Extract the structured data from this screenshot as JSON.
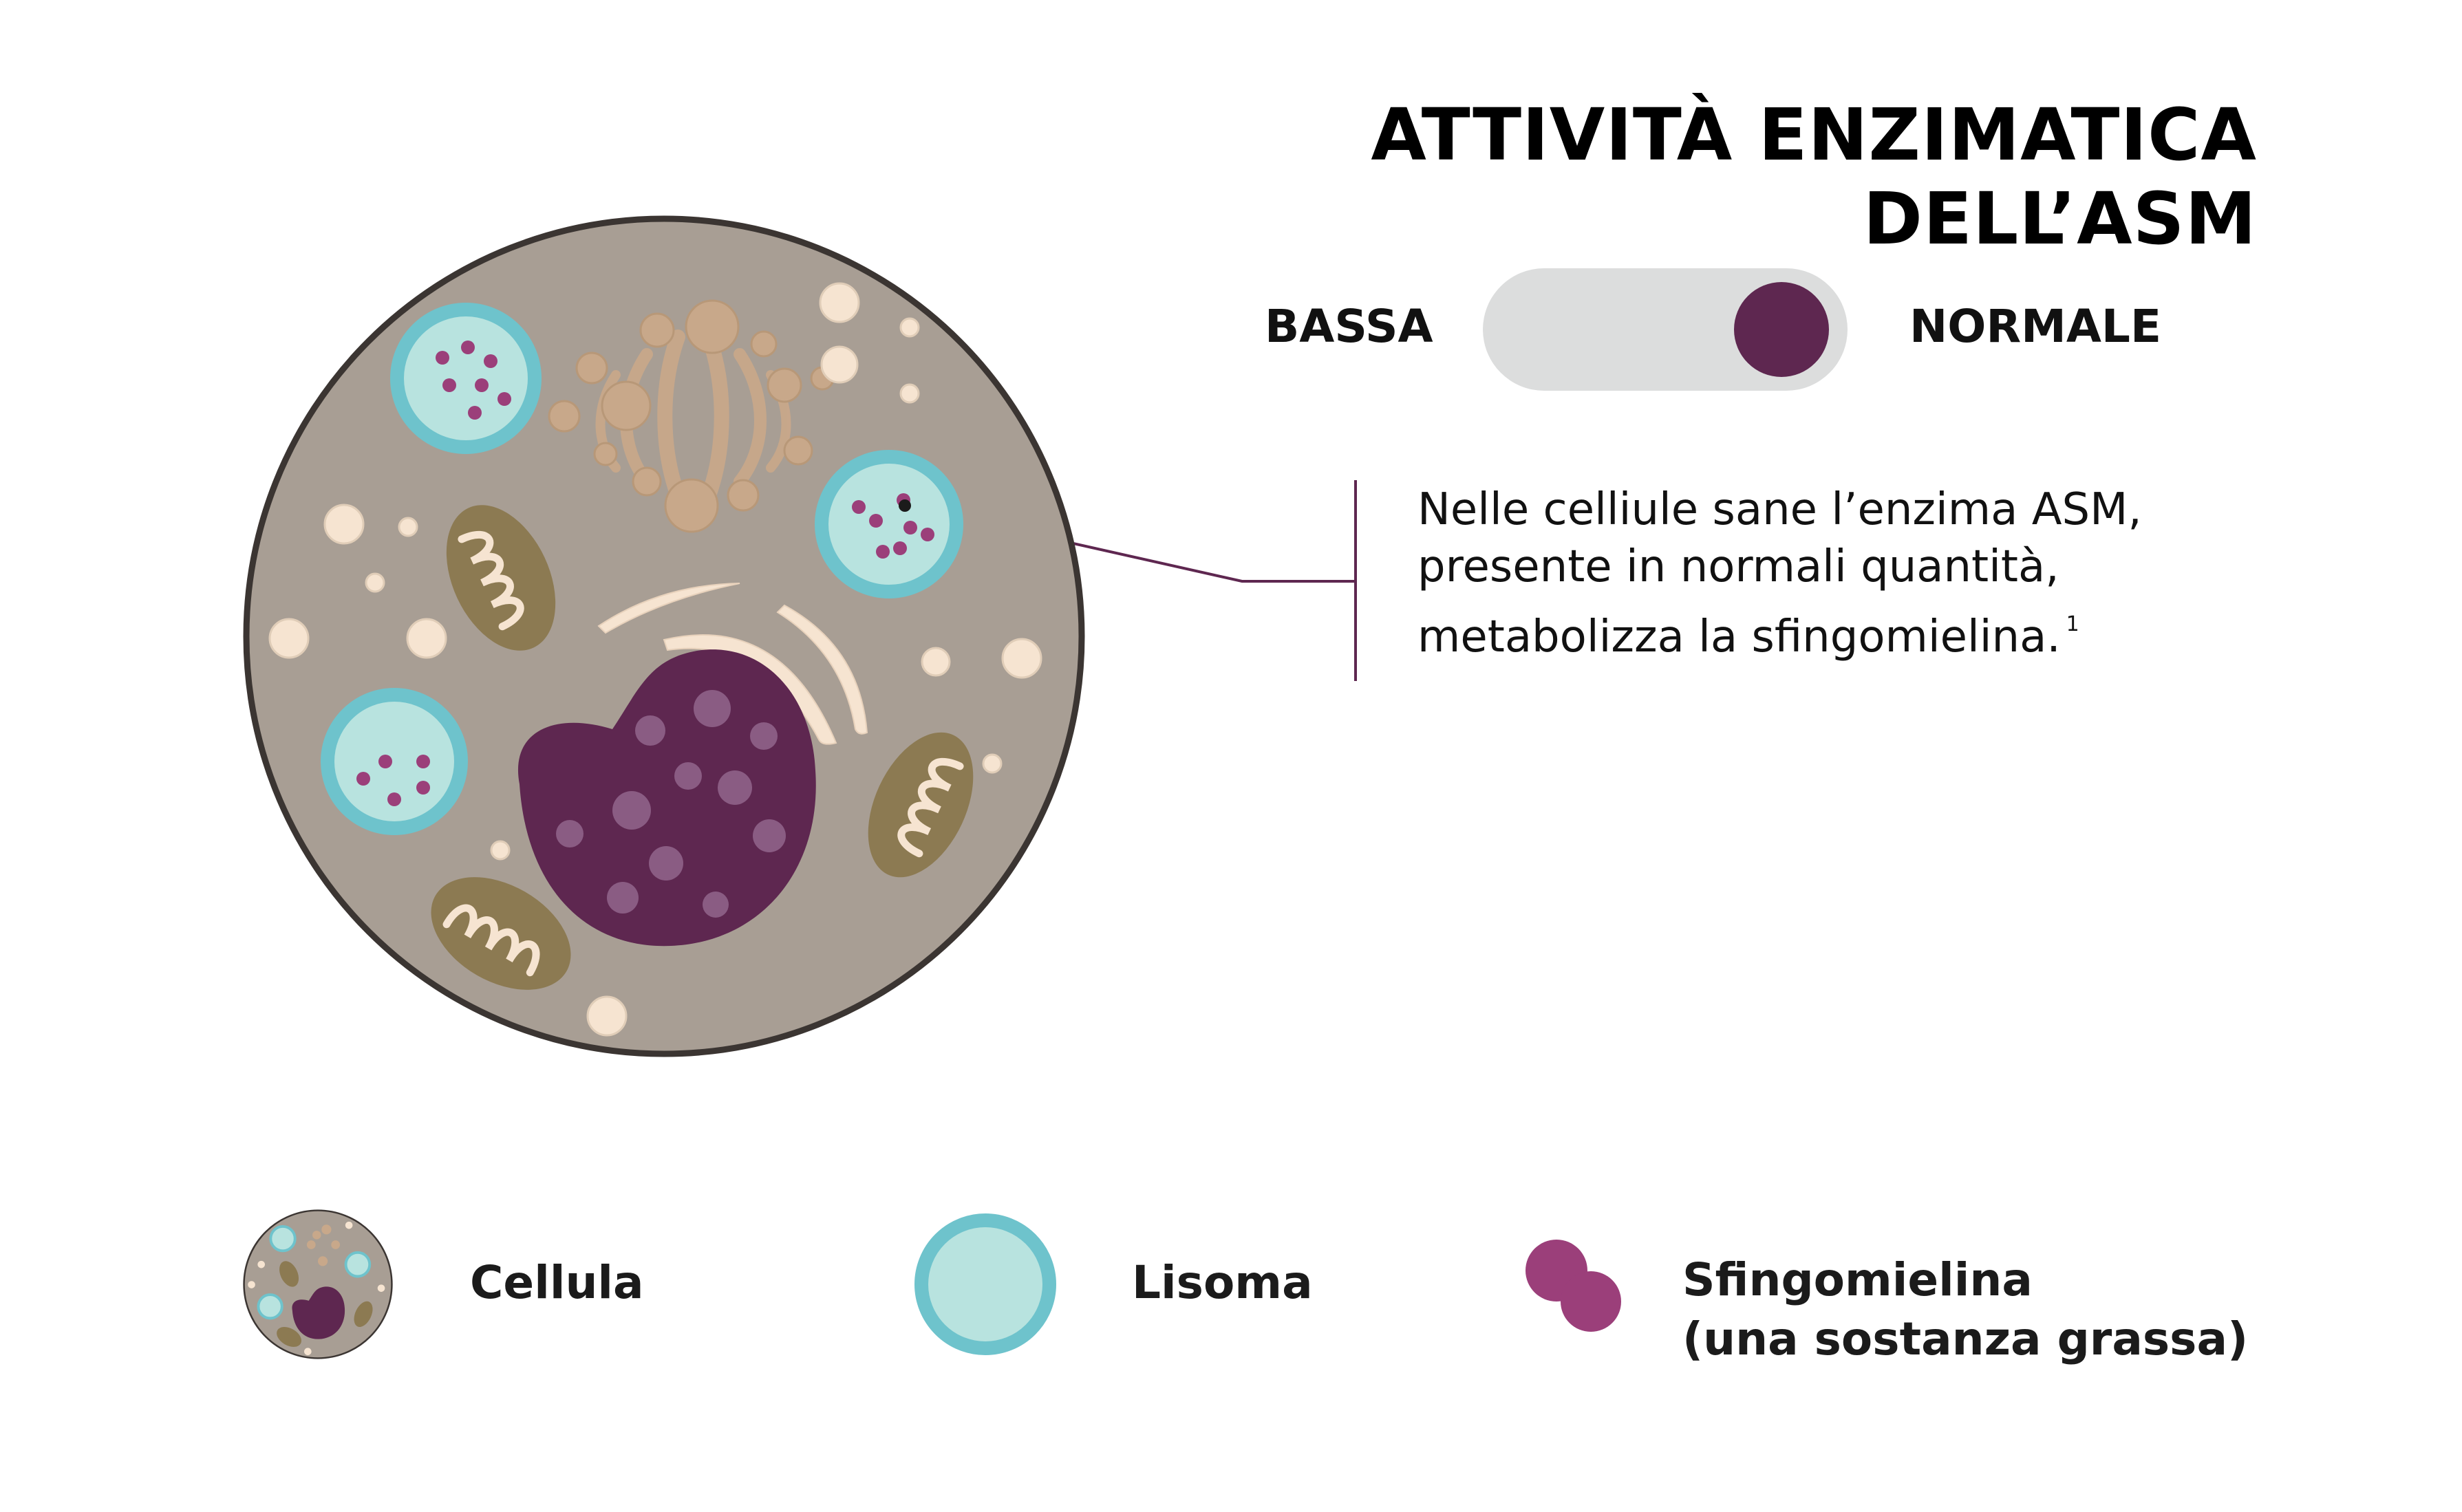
{
  "title": "ATTIVITÀ ENZIMATICA DELL’ASM",
  "toggle": {
    "left_label": "BASSA",
    "right_label": "NORMALE",
    "state": "NORMALE",
    "track_color": "#dcdddd",
    "knob_color": "#5e2750"
  },
  "callout": {
    "lines": [
      "Nelle celliule sane l’enzima ASM,",
      "presente in normali quantità,",
      "metabolizza la sfingomielina."
    ],
    "footnote": "1"
  },
  "legend": {
    "cell_label": "Cellula",
    "lysosome_label": "Lisoma",
    "sphingomyelin_label": "Sfingomielina",
    "sphingomyelin_sublabel": "(una sostanza grassa)"
  },
  "colors": {
    "cytoplasm": "#a89e94",
    "membrane": "#3b3532",
    "nucleus": "#5e2750",
    "lysosome_ring": "#6ec3cc",
    "lysosome_fill": "#b8e3df",
    "sphingomyelin": "#9b3f7a",
    "mitochondria": "#8c7a52",
    "vesicle": "#f6e4d1",
    "golgi": "#c8a88a"
  }
}
